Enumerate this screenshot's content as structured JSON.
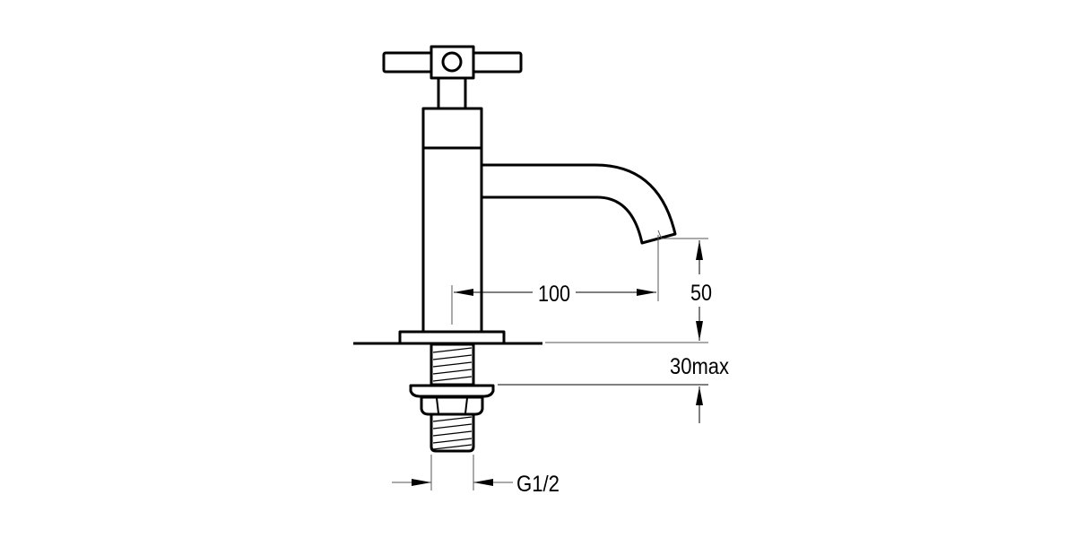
{
  "drawing": {
    "subject": "Pillar tap with cross handle - dimensioned technical drawing",
    "line_color": "#000000",
    "background": "#ffffff"
  },
  "dimensions": {
    "spout_reach": {
      "value": "100"
    },
    "spout_height": {
      "value": "50"
    },
    "mounting_thickness": {
      "value": "30max"
    },
    "connection_thread": {
      "value": "G1/2"
    }
  }
}
